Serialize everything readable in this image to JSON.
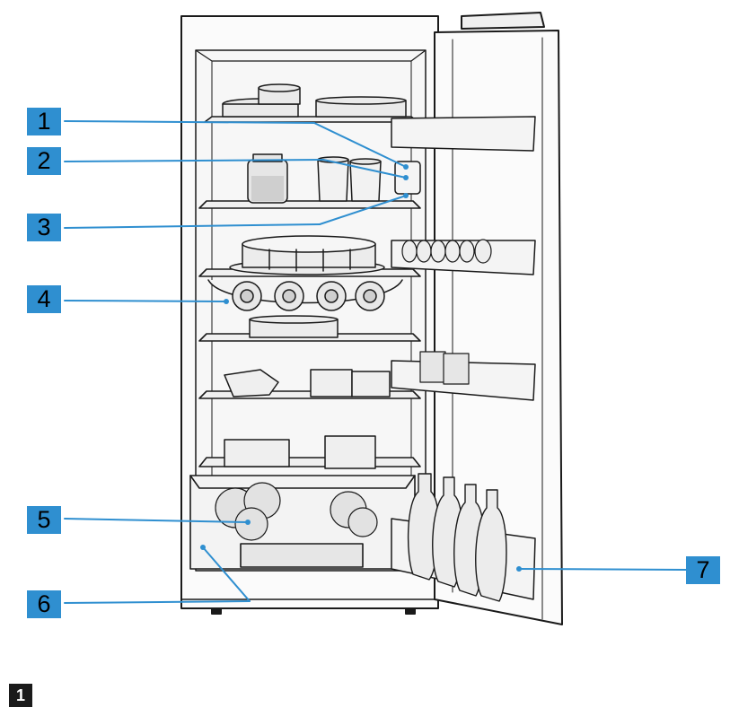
{
  "figure": {
    "callouts": [
      {
        "label": "1"
      },
      {
        "label": "2"
      },
      {
        "label": "3"
      },
      {
        "label": "4"
      },
      {
        "label": "5"
      },
      {
        "label": "6"
      },
      {
        "label": "7"
      }
    ],
    "accent_color": "#2f8fd0"
  },
  "page_marker": {
    "label": "1"
  }
}
